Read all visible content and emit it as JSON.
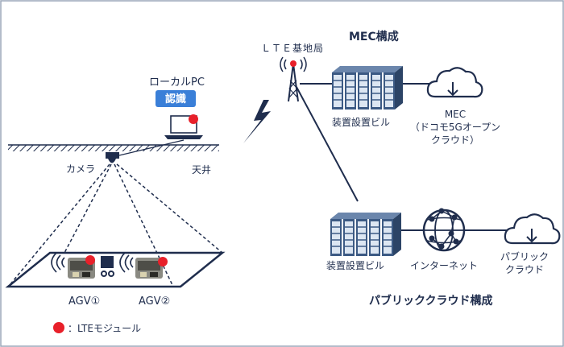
{
  "labels": {
    "mec_title": "MEC構成",
    "lte_station": "ＬＴＥ基地局",
    "local_pc": "ローカルPC",
    "recognition": "認識",
    "camera": "カメラ",
    "ceiling": "天井",
    "equipment_building_top": "装置設置ビル",
    "mec_line1": "MEC",
    "mec_line2": "（ドコモ5Gオープン",
    "mec_line3": "クラウド）",
    "equipment_building_bottom": "装置設置ビル",
    "internet": "インターネット",
    "public_cloud_line1": "パブリック",
    "public_cloud_line2": "クラウド",
    "public_title": "パブリッククラウド構成",
    "agv1": "AGV①",
    "agv2": "AGV②",
    "legend": "：LTEモジュール"
  },
  "colors": {
    "line": "#1f2d4d",
    "lte_module": "#e8202a",
    "badge": "#3a7fd8",
    "server_dark": "#3c5a84",
    "server_light": "#dce6f2"
  },
  "icons": [
    "lte-tower-icon",
    "server-rack-icon",
    "cloud-icon",
    "globe-icon",
    "laptop-icon",
    "camera-icon",
    "wifi-icon",
    "agv-icon",
    "lightning-icon"
  ]
}
